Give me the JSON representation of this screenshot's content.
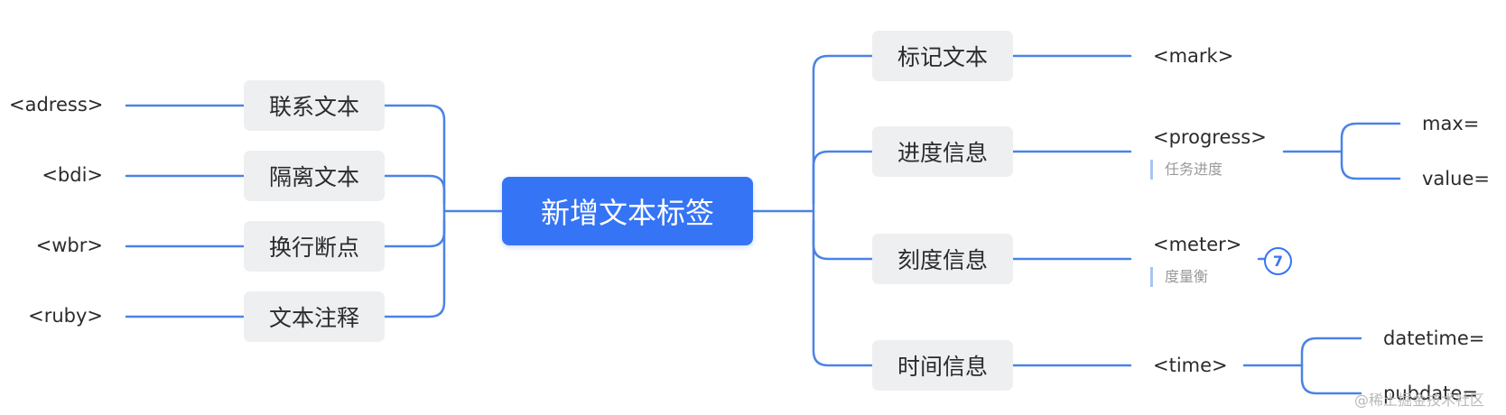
{
  "center": {
    "label": "新增文本标签"
  },
  "left_topics": [
    {
      "label": "联系文本",
      "tag": "<adress>"
    },
    {
      "label": "隔离文本",
      "tag": "<bdi>"
    },
    {
      "label": "换行断点",
      "tag": "<wbr>"
    },
    {
      "label": "文本注释",
      "tag": "<ruby>"
    }
  ],
  "right_topics": [
    {
      "label": "标记文本",
      "tag": "<mark>"
    },
    {
      "label": "进度信息",
      "tag": "<progress>",
      "note": "任务进度",
      "attrs": [
        "max=",
        "value="
      ]
    },
    {
      "label": "刻度信息",
      "tag": "<meter>",
      "note": "度量衡",
      "badge": "7"
    },
    {
      "label": "时间信息",
      "tag": "<time>",
      "attrs": [
        "datetime=",
        "pubdate="
      ]
    }
  ],
  "watermark": "@稀土掘金技术社区",
  "colors": {
    "accent": "#3574f5",
    "topic_bg": "#eeeff1",
    "connector": "#4a83e6"
  }
}
